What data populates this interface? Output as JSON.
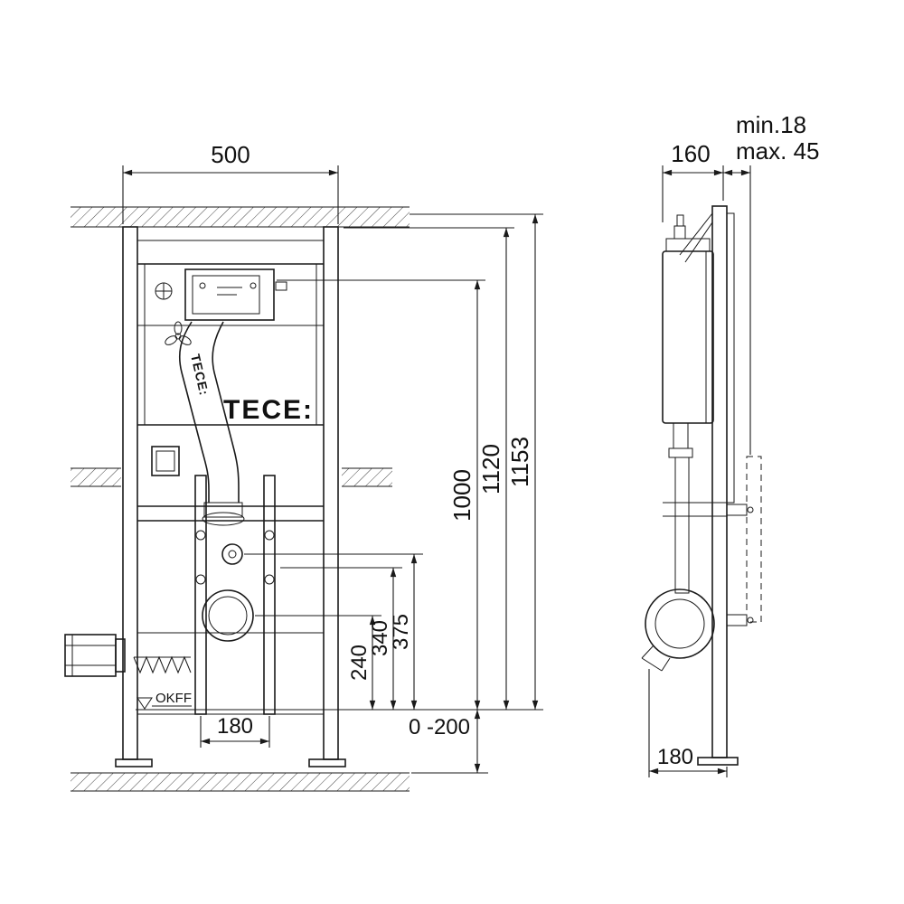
{
  "colors": {
    "ink": "#1a1a1a",
    "background": "#ffffff"
  },
  "brand": {
    "logo": "TECE:",
    "pipe_label": "TECE:"
  },
  "front": {
    "dim_width": "500",
    "dim_height_total": "1153",
    "dim_height_frame": "1120",
    "dim_height_actuation": "1000",
    "dim_375": "375",
    "dim_340": "340",
    "dim_240": "240",
    "dim_rod_spacing": "180",
    "dim_floor_adjust": "0 -200",
    "label_okff": "OKFF"
  },
  "side": {
    "dim_depth": "160",
    "dim_wall_min": "min.18",
    "dim_wall_max": "max. 45",
    "dim_outlet_offset": "180"
  }
}
